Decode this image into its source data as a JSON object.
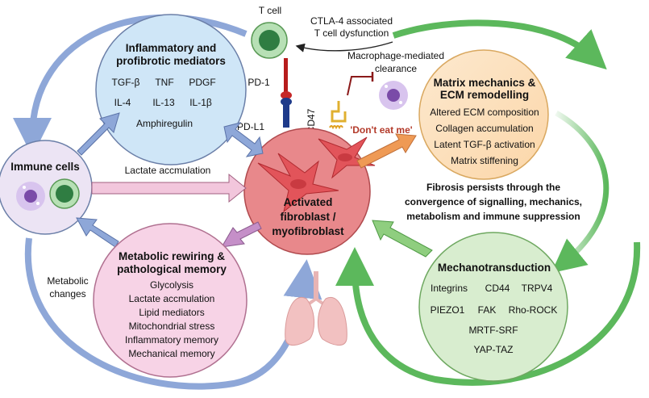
{
  "tcell": {
    "label": "T cell"
  },
  "ctla4": {
    "line1": "CTLA-4 associated",
    "line2": "T cell dysfunction"
  },
  "inflammatory": {
    "title_line1": "Inflammatory and",
    "title_line2": "profibrotic mediators",
    "items": [
      "TGF-β",
      "TNF",
      "PDGF",
      "IL-4",
      "IL-13",
      "IL-1β",
      "Amphiregulin"
    ]
  },
  "checkpoint": {
    "pd1": "PD-1",
    "pdl1": "PD-L1",
    "cd47": "CD47",
    "dont_eat_me": "'Don't eat me'"
  },
  "macrophage": {
    "line1": "Macrophage-mediated",
    "line2": "clearance"
  },
  "matrix": {
    "title_line1": "Matrix mechanics &",
    "title_line2": "ECM remodelling",
    "items": [
      "Altered ECM composition",
      "Collagen accumulation",
      "Latent TGF-β activation",
      "Matrix stiffening"
    ]
  },
  "immune": {
    "title": "Immune cells"
  },
  "lactate_arrow": {
    "label": "Lactate accmulation"
  },
  "center": {
    "line1": "Activated",
    "line2": "fibroblast /",
    "line3": "myofibroblast"
  },
  "fibrosis": {
    "line1": "Fibrosis persists through the",
    "line2": "convergence of signalling, mechanics,",
    "line3": "metabolism and immune suppression"
  },
  "metabolic": {
    "title_line1": "Metabolic rewiring &",
    "title_line2": "pathological memory",
    "items": [
      "Glycolysis",
      "Lactate accmulation",
      "Lipid mediators",
      "Mitochondrial stress",
      "Inflammatory memory",
      "Mechanical memory"
    ]
  },
  "metabolic_changes": {
    "line1": "Metabolic",
    "line2": "changes"
  },
  "mechano": {
    "title": "Mechanotransduction",
    "items": [
      "Integrins",
      "CD44",
      "TRPV4",
      "PIEZO1",
      "FAK",
      "Rho-ROCK",
      "MRTF-SRF",
      "YAP-TAZ"
    ]
  },
  "colors": {
    "blue_loop": "#8ea7d8",
    "green_loop": "#5cb85c",
    "inflammatory_fill": "#cfe6f7",
    "matrix_fill": "#fde9cf",
    "immune_fill": "#ece4f4",
    "center_fill": "#e8888b",
    "metabolic_fill": "#f7d3e6",
    "mechano_fill": "#d8edcf",
    "dont_eat_me": "#b33a2a"
  }
}
